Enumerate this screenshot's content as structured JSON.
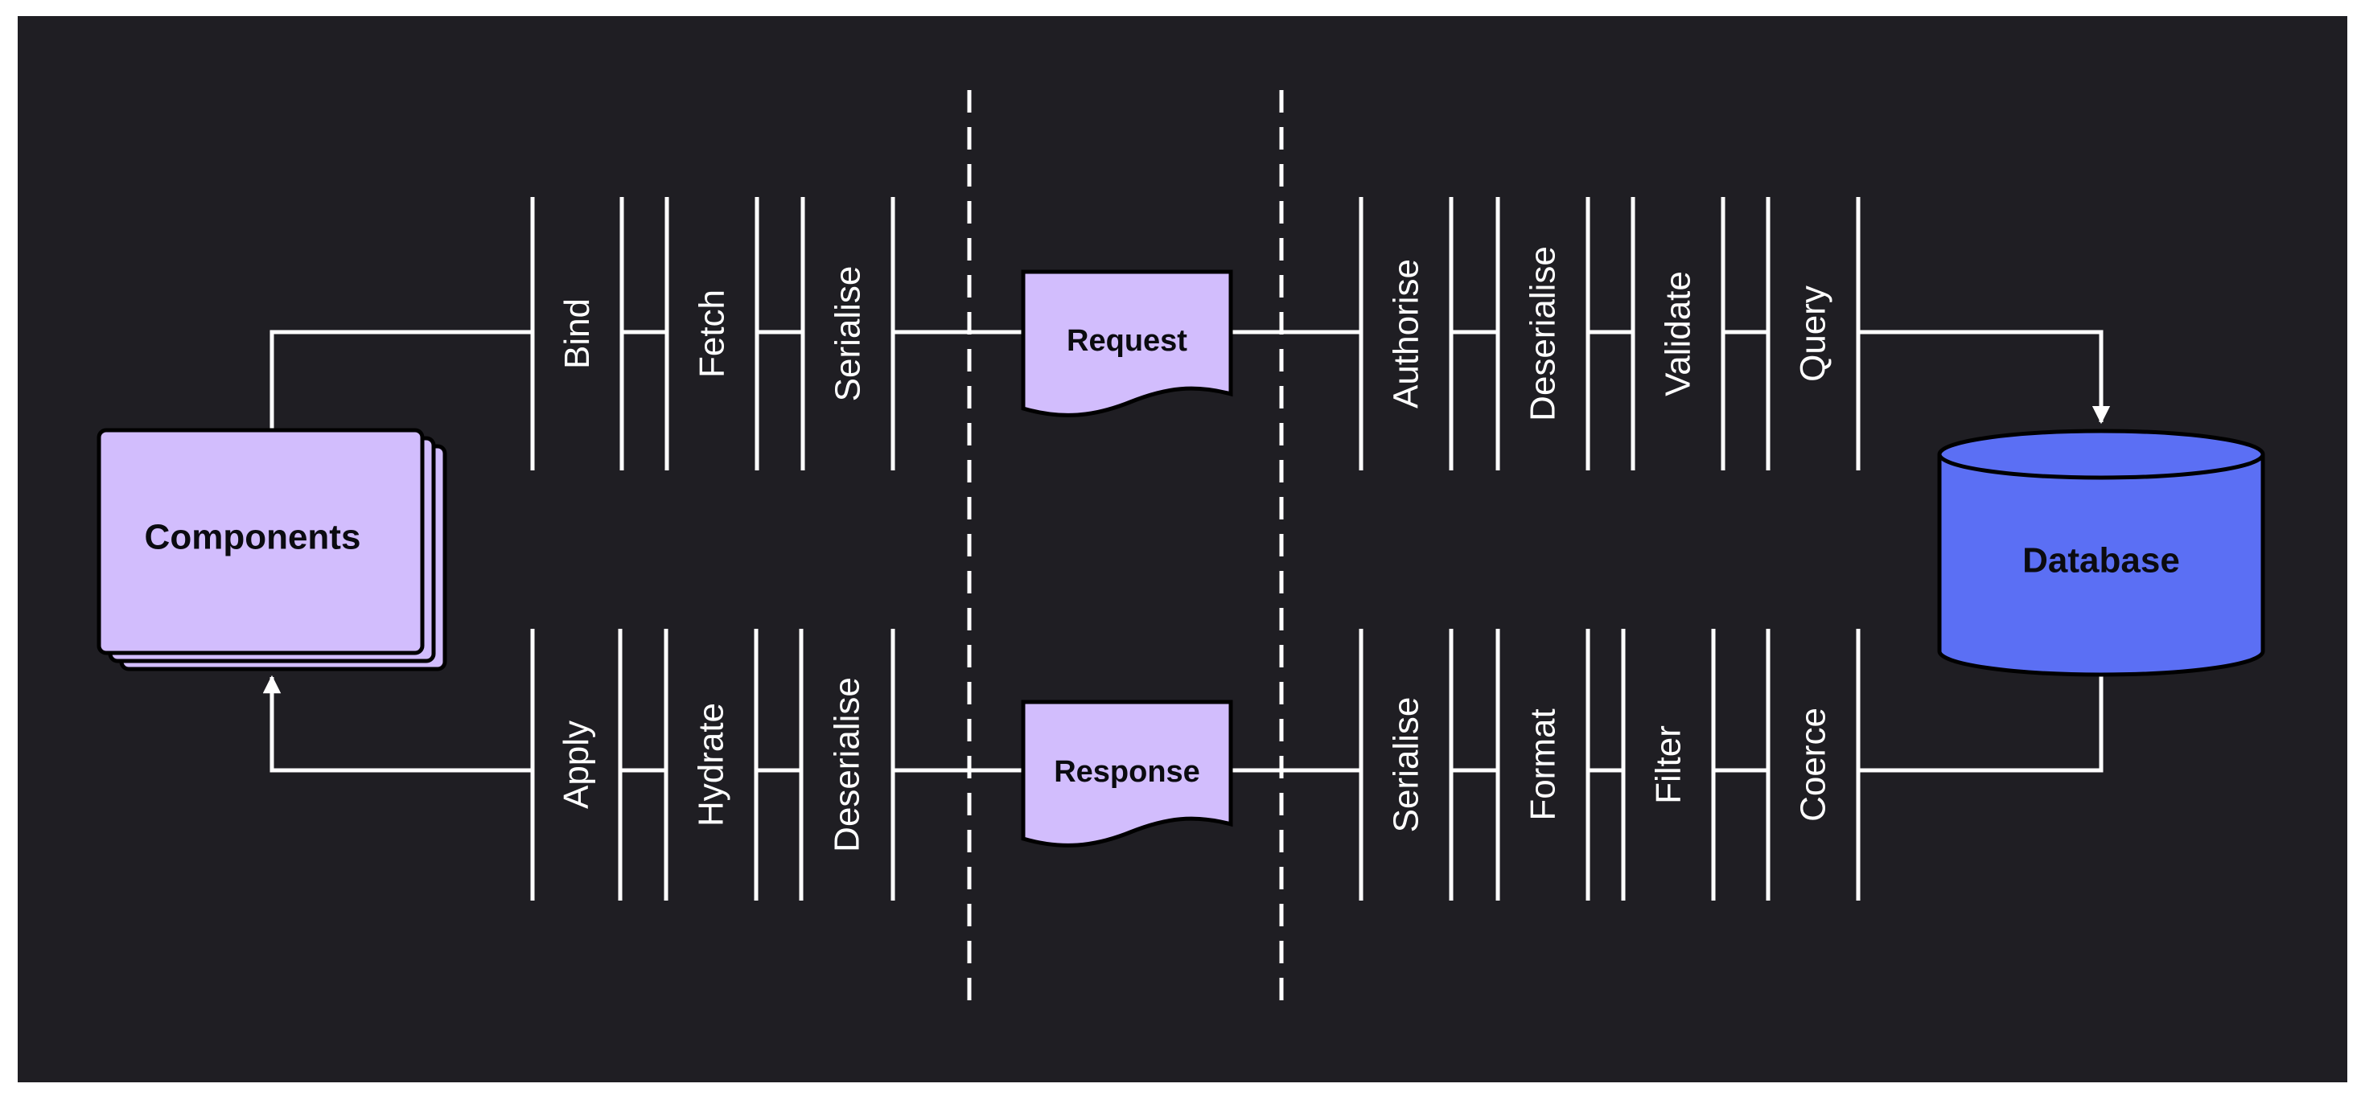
{
  "diagram": {
    "colors": {
      "background": "#1f1e23",
      "line": "#ffffff",
      "node_fill": "#d2bdfd",
      "database_fill": "#5b6ff4",
      "node_text": "#0b0b10"
    },
    "components_label": "Components",
    "database_label": "Database",
    "request_label": "Request",
    "response_label": "Response",
    "request_client_stages": [
      "Bind",
      "Fetch",
      "Serialise"
    ],
    "request_server_stages": [
      "Authorise",
      "Deserialise",
      "Validate",
      "Query"
    ],
    "response_client_stages": [
      "Apply",
      "Hydrate",
      "Deserialise"
    ],
    "response_server_stages": [
      "Serialise",
      "Format",
      "Filter",
      "Coerce"
    ]
  }
}
